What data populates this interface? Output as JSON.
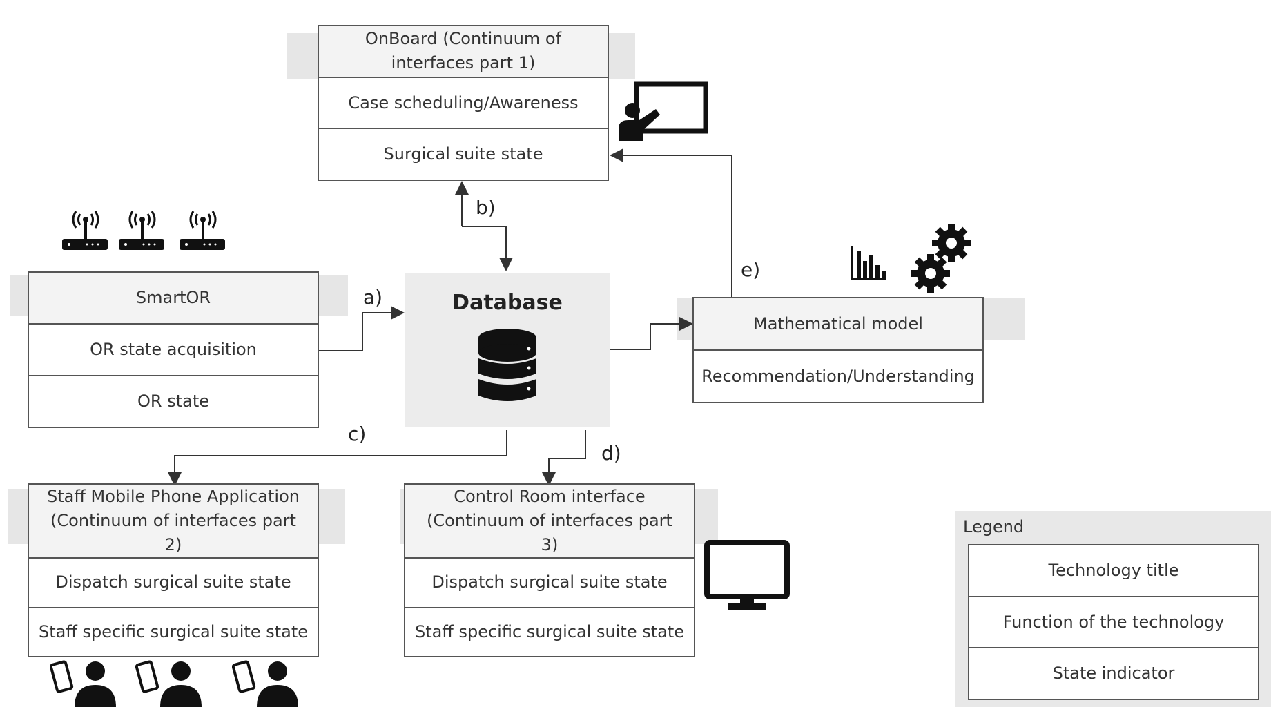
{
  "onboard": {
    "title": "OnBoard (Continuum of interfaces part 1)",
    "function": "Case scheduling/Awareness",
    "state": "Surgical suite state"
  },
  "smartor": {
    "title": "SmartOR",
    "function": "OR state acquisition",
    "state": "OR state"
  },
  "database": {
    "title": "Database"
  },
  "math_model": {
    "title": "Mathematical model",
    "function": "Recommendation/Understanding"
  },
  "staff_app": {
    "title": "Staff Mobile Phone Application (Continuum of interfaces part 2)",
    "function": "Dispatch surgical suite state",
    "state": "Staff specific surgical suite state"
  },
  "control_room": {
    "title": "Control Room interface (Continuum of interfaces part 3)",
    "function": "Dispatch surgical suite state",
    "state": "Staff specific surgical suite state"
  },
  "legend": {
    "title": "Legend",
    "item1": "Technology title",
    "item2": "Function of the technology",
    "item3": "State indicator"
  },
  "arrows": {
    "a": "a)",
    "b": "b)",
    "c": "c)",
    "d": "d)",
    "e": "e)"
  },
  "icons": [
    "wifi-router-icon",
    "presentation-icon",
    "database-icon",
    "bar-chart-icon",
    "gears-icon",
    "mobile-user-icon",
    "monitor-icon"
  ]
}
